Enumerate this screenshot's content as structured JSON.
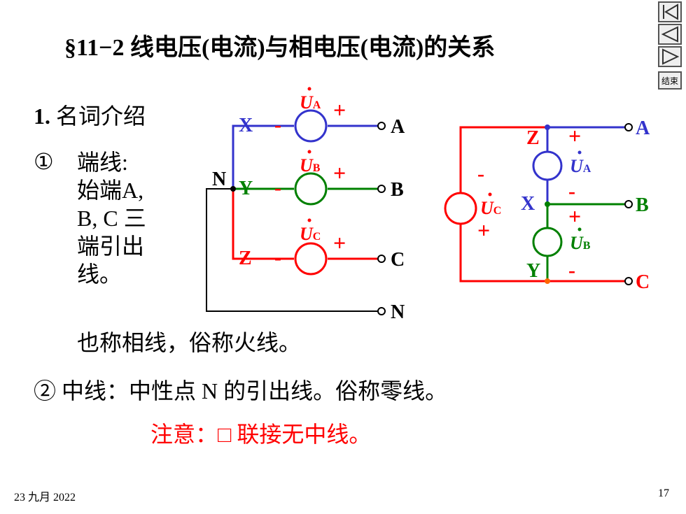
{
  "title": "§11−2  线电压(电流)与相电压(电流)的关系",
  "section1": {
    "num": "1.",
    "label": "名词介绍"
  },
  "item1": {
    "marker": "①",
    "lines": [
      "端线:",
      "始端A,",
      "B, C 三",
      "端引出",
      "线。"
    ]
  },
  "also_called": "也称相线，俗称火线。",
  "item2": {
    "text": "② 中线：中性点 N 的引出线。俗称零线。"
  },
  "note": "注意：□ 联接无中线。",
  "footer": {
    "date": "23 九月 2022",
    "page": "17"
  },
  "nav": {
    "end_label": "结束",
    "icons": [
      "first-page-icon",
      "prev-page-icon",
      "next-page-icon"
    ]
  },
  "colors": {
    "phaseA": "#3333cc",
    "phaseB": "#008000",
    "phaseC": "#ff0000",
    "neutral": "#000000"
  },
  "star": {
    "phases": [
      {
        "start": "X",
        "source": "U",
        "sub": "A",
        "minus": "-",
        "plus": "+",
        "end": "A"
      },
      {
        "start": "Y",
        "source": "U",
        "sub": "B",
        "minus": "-",
        "plus": "+",
        "end": "B"
      },
      {
        "start": "Z",
        "source": "U",
        "sub": "C",
        "minus": "-",
        "plus": "+",
        "end": "C"
      }
    ],
    "neutral_label": "N",
    "neutral_end": "N"
  },
  "delta": {
    "nodes": [
      "Z",
      "X",
      "Y"
    ],
    "sources": [
      {
        "source": "U",
        "sub": "A",
        "plus": "+",
        "minus": "-"
      },
      {
        "source": "U",
        "sub": "B",
        "plus": "+",
        "minus": "-"
      },
      {
        "source": "U",
        "sub": "C",
        "plus": "+",
        "minus": "-"
      }
    ],
    "terminals": [
      "A",
      "B",
      "C"
    ]
  }
}
